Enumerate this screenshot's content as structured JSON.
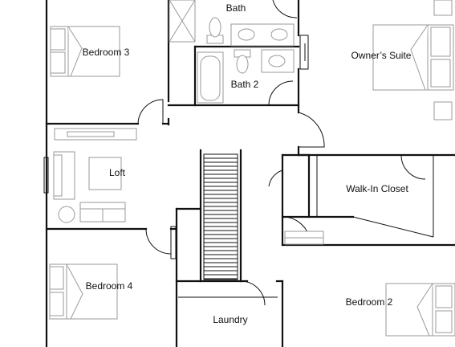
{
  "plan": {
    "rooms": {
      "bath": "Bath",
      "bedroom3": "Bedroom 3",
      "owners_suite": "Owner’s Suite",
      "bath2": "Bath 2",
      "loft": "Loft",
      "walk_in_closet": "Walk-In Closet",
      "bedroom4": "Bedroom 4",
      "bedroom2": "Bedroom 2",
      "laundry": "Laundry"
    }
  }
}
